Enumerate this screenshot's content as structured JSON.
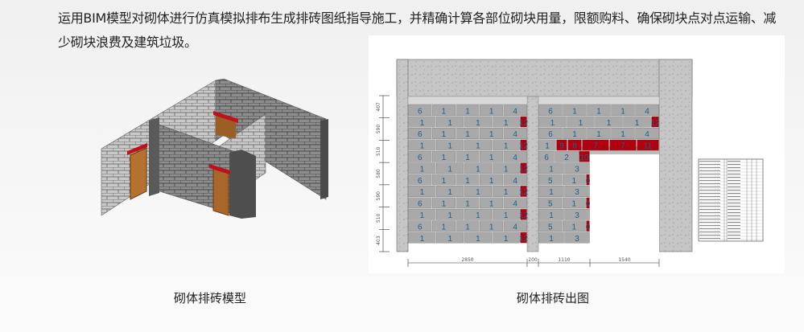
{
  "description": "运用BIM模型对砌体进行仿真模拟排布生成排砖图纸指导施工，并精确计算各部位砌块用量，限额购料、确保砌块点对点运输、减少砌块浪费及建筑垃圾。",
  "captions": {
    "model": "砌体排砖模型",
    "drawing": "砌体排砖出图"
  },
  "colors": {
    "block": "#a9a9a9",
    "red_block": "#b0000f",
    "concrete": "#c4c4c4",
    "label": "#1f5f86",
    "door": "#b5712f"
  },
  "drawing": {
    "left_wall_rows": [
      [
        {
          "t": "6"
        },
        {
          "t": "1"
        },
        {
          "t": "1"
        },
        {
          "t": "1"
        },
        {
          "t": "4"
        }
      ],
      [
        {
          "t": "1"
        },
        {
          "t": "1"
        },
        {
          "t": "1"
        },
        {
          "t": "1"
        },
        {
          "t": "12",
          "red": true
        }
      ],
      [
        {
          "t": "6"
        },
        {
          "t": "1"
        },
        {
          "t": "1"
        },
        {
          "t": "1"
        },
        {
          "t": "4"
        }
      ],
      [
        {
          "t": "1"
        },
        {
          "t": "1"
        },
        {
          "t": "1"
        },
        {
          "t": "1"
        },
        {
          "t": "12",
          "red": true
        }
      ],
      [
        {
          "t": "6"
        },
        {
          "t": "1"
        },
        {
          "t": "1"
        },
        {
          "t": "1"
        },
        {
          "t": "4"
        }
      ],
      [
        {
          "t": "1"
        },
        {
          "t": "1"
        },
        {
          "t": "1"
        },
        {
          "t": "1"
        },
        {
          "t": "12",
          "red": true
        }
      ],
      [
        {
          "t": "6"
        },
        {
          "t": "1"
        },
        {
          "t": "1"
        },
        {
          "t": "1"
        },
        {
          "t": "4"
        }
      ],
      [
        {
          "t": "1"
        },
        {
          "t": "1"
        },
        {
          "t": "1"
        },
        {
          "t": "1"
        },
        {
          "t": "12",
          "red": true
        }
      ],
      [
        {
          "t": "6"
        },
        {
          "t": "1"
        },
        {
          "t": "1"
        },
        {
          "t": "1"
        },
        {
          "t": "4"
        }
      ],
      [
        {
          "t": "1"
        },
        {
          "t": "1"
        },
        {
          "t": "1"
        },
        {
          "t": "1"
        },
        {
          "t": "12",
          "red": true
        }
      ],
      [
        {
          "t": "6"
        },
        {
          "t": "1"
        },
        {
          "t": "1"
        },
        {
          "t": "1"
        },
        {
          "t": "4"
        }
      ],
      [
        {
          "t": "1"
        },
        {
          "t": "1"
        },
        {
          "t": "1"
        },
        {
          "t": "1"
        },
        {
          "t": "12",
          "red": true
        }
      ]
    ],
    "right_wall_rows": [
      [
        {
          "t": "6"
        },
        {
          "t": "1"
        },
        {
          "t": "1"
        },
        {
          "t": "1"
        },
        {
          "t": "4"
        }
      ],
      [
        {
          "t": "1"
        },
        {
          "t": "1"
        },
        {
          "t": "1"
        },
        {
          "t": "1"
        },
        {
          "t": "12",
          "red": true
        }
      ],
      [
        {
          "t": "6"
        },
        {
          "t": "1"
        },
        {
          "t": "1"
        },
        {
          "t": "1"
        },
        {
          "t": "4"
        }
      ],
      [
        {
          "t": "1"
        },
        {
          "t": "9",
          "red": true
        },
        {
          "t": "8",
          "red": true
        },
        {
          "t": "7",
          "red": true
        },
        {
          "t": "7",
          "red": true
        },
        {
          "t": "11",
          "red": true
        }
      ],
      [
        {
          "t": "6"
        },
        {
          "t": "2"
        },
        {
          "t": "10",
          "red": true
        }
      ],
      [
        {
          "t": "1"
        },
        {
          "t": "3"
        }
      ],
      [
        {
          "t": "5"
        },
        {
          "t": "1"
        },
        {
          "t": "0",
          "red": true
        }
      ],
      [
        {
          "t": "1"
        },
        {
          "t": "3"
        }
      ],
      [
        {
          "t": "5"
        },
        {
          "t": "1"
        },
        {
          "t": "0",
          "red": true
        }
      ],
      [
        {
          "t": "1"
        },
        {
          "t": "3"
        }
      ],
      [
        {
          "t": "5"
        },
        {
          "t": "1"
        },
        {
          "t": "0",
          "red": true
        }
      ],
      [
        {
          "t": "1"
        },
        {
          "t": "3"
        }
      ]
    ],
    "vertical_dims": [
      "407",
      "590",
      "510",
      "580",
      "590",
      "510",
      "403"
    ],
    "horizontal_dims": [
      "2850",
      "200",
      "1110",
      "1540"
    ]
  }
}
